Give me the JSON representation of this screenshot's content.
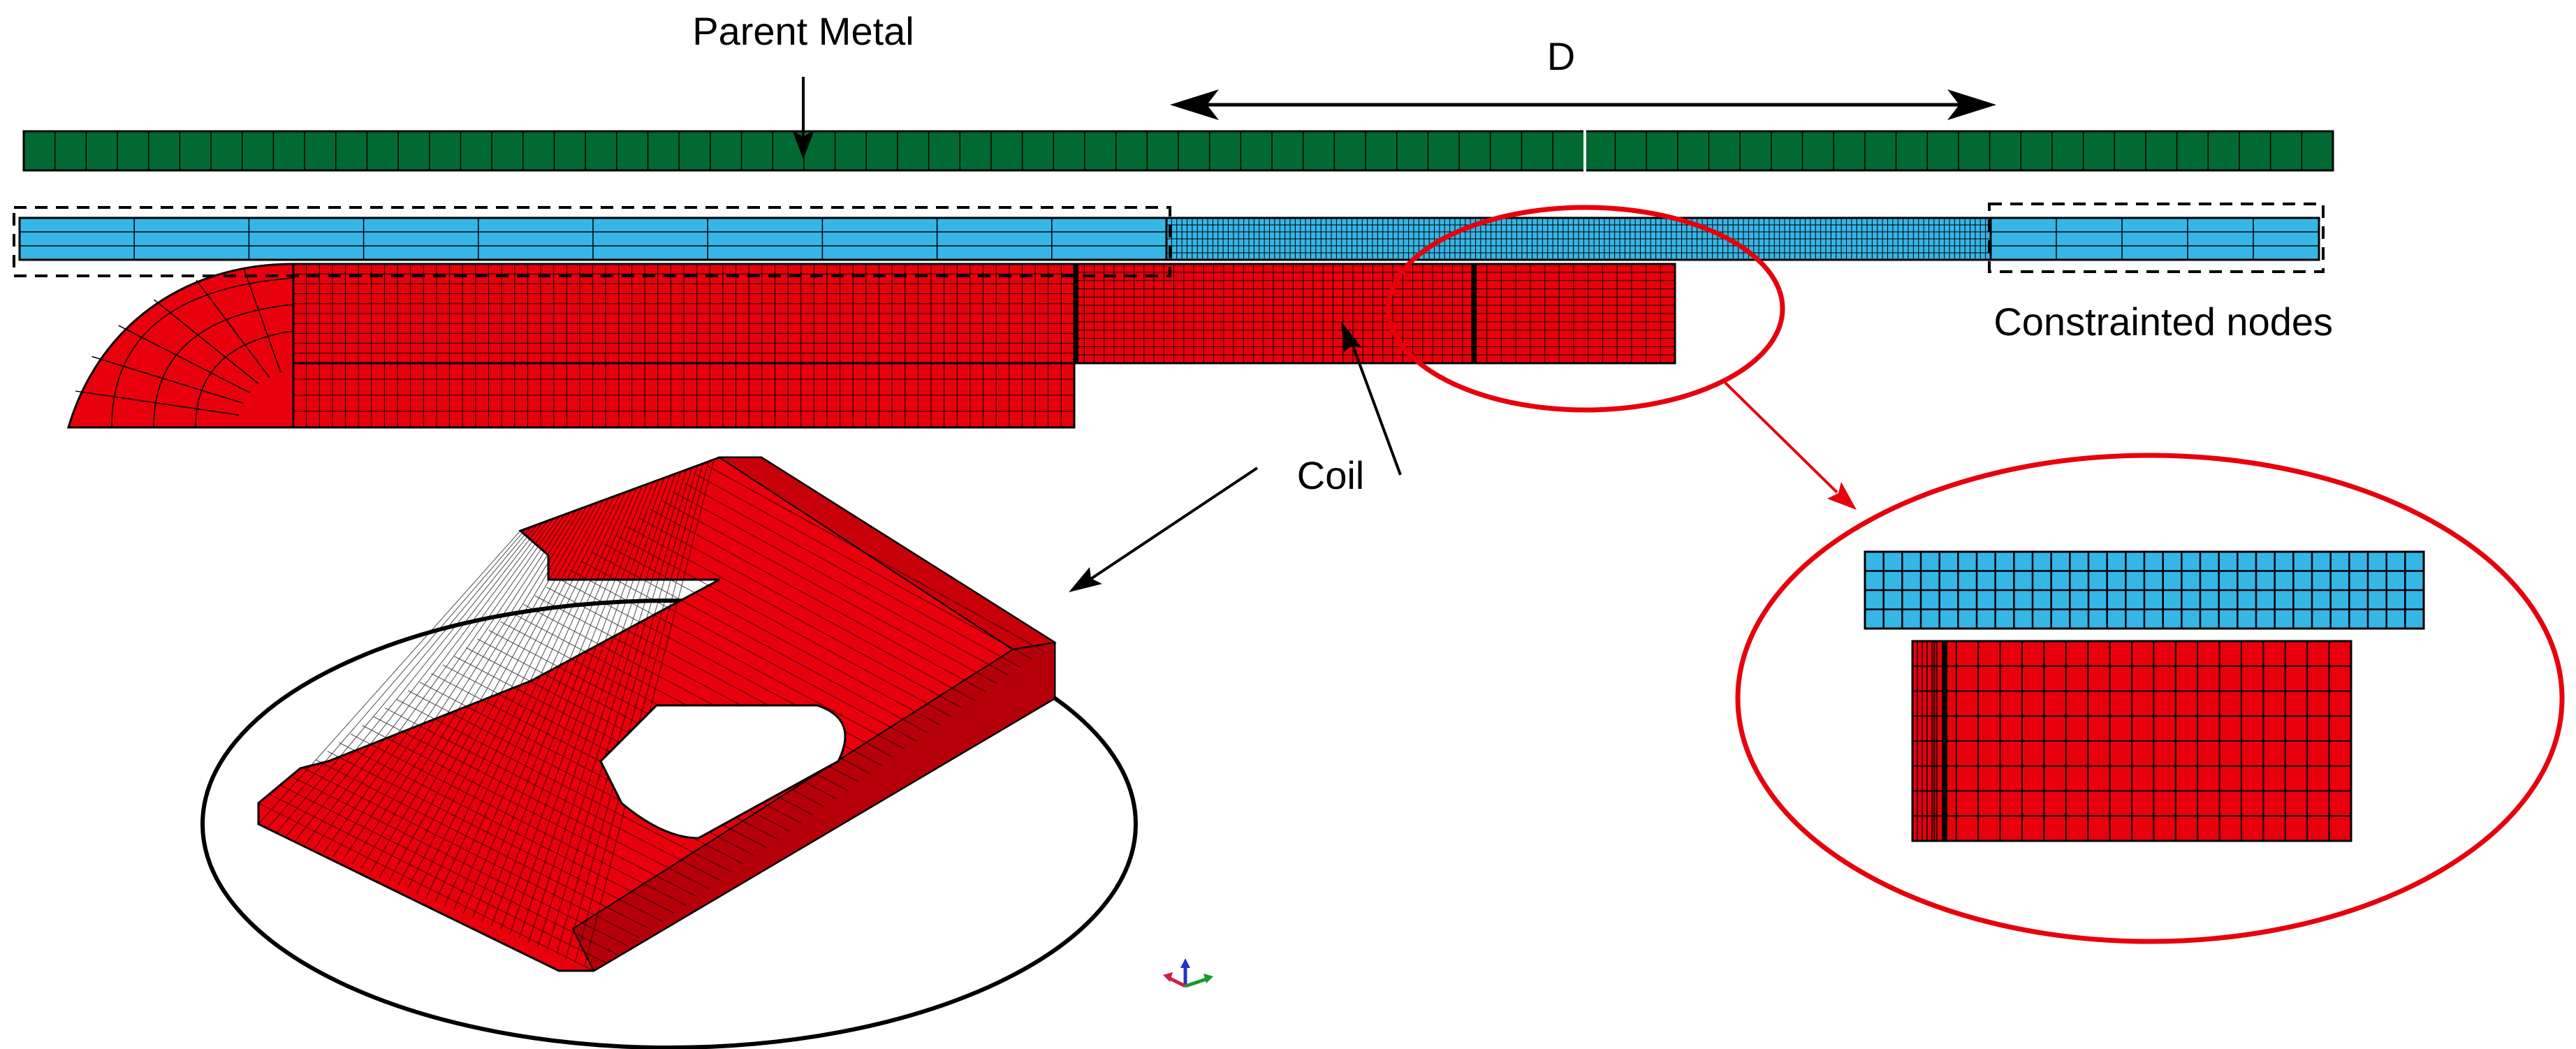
{
  "labels": {
    "parent_metal": "Parent Metal",
    "distance": "D",
    "constrained": "Constrainted nodes",
    "coil": "Coil"
  },
  "colors": {
    "parent_metal": "#006a32",
    "driver_sheet": "#36b6e6",
    "coil": "#e8000c",
    "mesh_line": "#000000",
    "highlight": "#e8000c",
    "outline": "#000000"
  },
  "icons": {
    "axis_triad": "axis-triad-icon"
  }
}
